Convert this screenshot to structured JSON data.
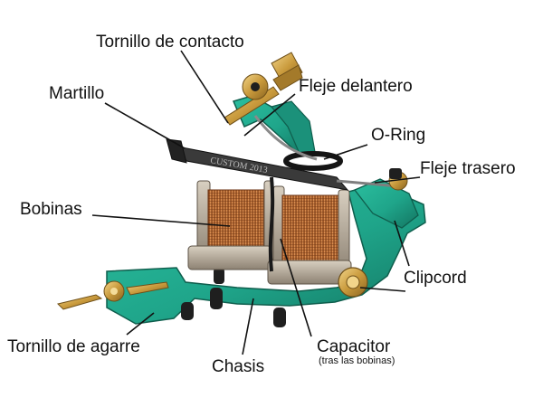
{
  "diagram": {
    "labels": {
      "tornillo_contacto": "Tornillo de contacto",
      "martillo": "Martillo",
      "fleje_delantero": "Fleje delantero",
      "o_ring": "O-Ring",
      "fleje_trasero": "Fleje trasero",
      "bobinas": "Bobinas",
      "clipcord": "Clipcord",
      "tornillo_agarre": "Tornillo de agarre",
      "chasis": "Chasis",
      "capacitor": "Capacitor",
      "capacitor_note": "(tras las bobinas)"
    },
    "engraving": "CUSTOM 2013",
    "colors": {
      "frame_green": "#1fa58a",
      "frame_shadow": "#137561",
      "brass": "#c99a3c",
      "copper": "#b5662e",
      "armature": "#2a2a2a",
      "label_text": "#111111"
    }
  }
}
